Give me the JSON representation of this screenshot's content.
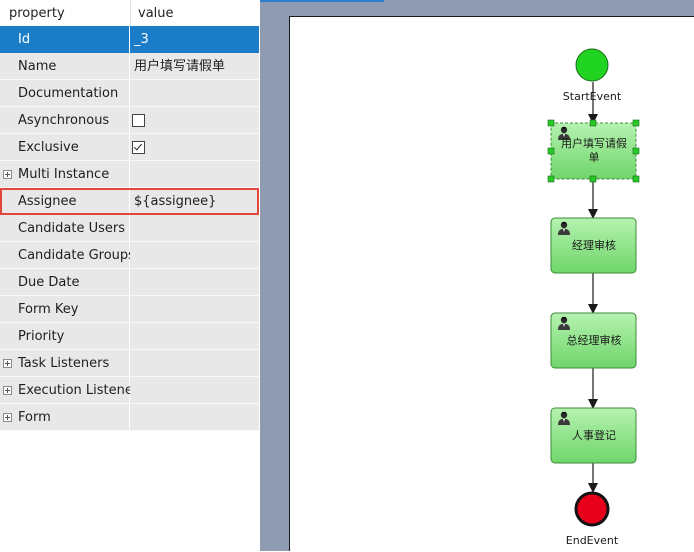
{
  "property_sheet": {
    "header": {
      "property": "property",
      "value": "value"
    },
    "rows": [
      {
        "label": "Id",
        "value": "_3"
      },
      {
        "label": "Name",
        "value": "用户填写请假单"
      },
      {
        "label": "Documentation",
        "value": ""
      },
      {
        "label": "Asynchronous",
        "value": ""
      },
      {
        "label": "Exclusive",
        "value": ""
      },
      {
        "label": "Multi Instance",
        "value": ""
      },
      {
        "label": "Assignee",
        "value": "${assignee}"
      },
      {
        "label": "Candidate Users",
        "value": ""
      },
      {
        "label": "Candidate Groups",
        "value": ""
      },
      {
        "label": "Due Date",
        "value": ""
      },
      {
        "label": "Form Key",
        "value": ""
      },
      {
        "label": "Priority",
        "value": ""
      },
      {
        "label": "Task Listeners",
        "value": ""
      },
      {
        "label": "Execution Listeners",
        "value": ""
      },
      {
        "label": "Form",
        "value": ""
      }
    ],
    "selected_row": "Id",
    "highlighted_row": "Assignee",
    "checkboxes": {
      "Asynchronous": false,
      "Exclusive": true
    },
    "expandable_rows": [
      "Multi Instance",
      "Task Listeners",
      "Execution Listeners",
      "Form"
    ],
    "colors": {
      "selected": "#1b7dc8",
      "highlight_border": "#e0483e",
      "row_bg": "#e8e8e8"
    }
  },
  "diagram": {
    "start_event": {
      "label": "StartEvent",
      "color": "#22d422"
    },
    "end_event": {
      "label": "EndEvent",
      "color": "#e8001a"
    },
    "tasks": [
      {
        "line1": "用户填写请假",
        "line2": "单",
        "selected": true
      },
      {
        "line1": "经理审核"
      },
      {
        "line1": "总经理审核"
      },
      {
        "line1": "人事登记"
      }
    ],
    "task_icon": "user-icon",
    "colors": {
      "task_fill": "#8fe48a",
      "task_border": "#3e8a3a",
      "selection_handle": "#27c827"
    }
  }
}
